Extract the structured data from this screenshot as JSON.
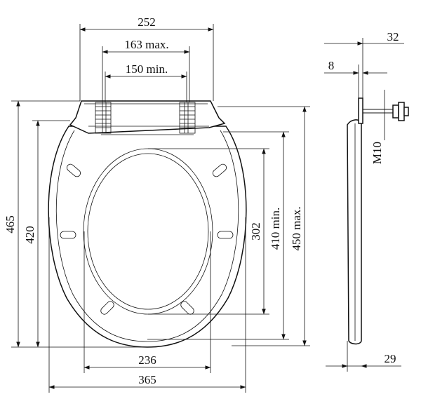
{
  "drawing": {
    "top_view": {
      "dim_hinge_span": "252",
      "dim_hinge_max": "163 max.",
      "dim_hinge_min": "150 min.",
      "dim_total_length": "465",
      "dim_seat_length": "420",
      "dim_opening_length": "302",
      "dim_fix_min": "410 min.",
      "dim_fix_max": "450 max.",
      "dim_opening_width": "236",
      "dim_total_width": "365"
    },
    "side_view": {
      "dim_depth": "32",
      "dim_plate": "8",
      "dim_bolt": "M10",
      "dim_bottom": "29"
    }
  }
}
